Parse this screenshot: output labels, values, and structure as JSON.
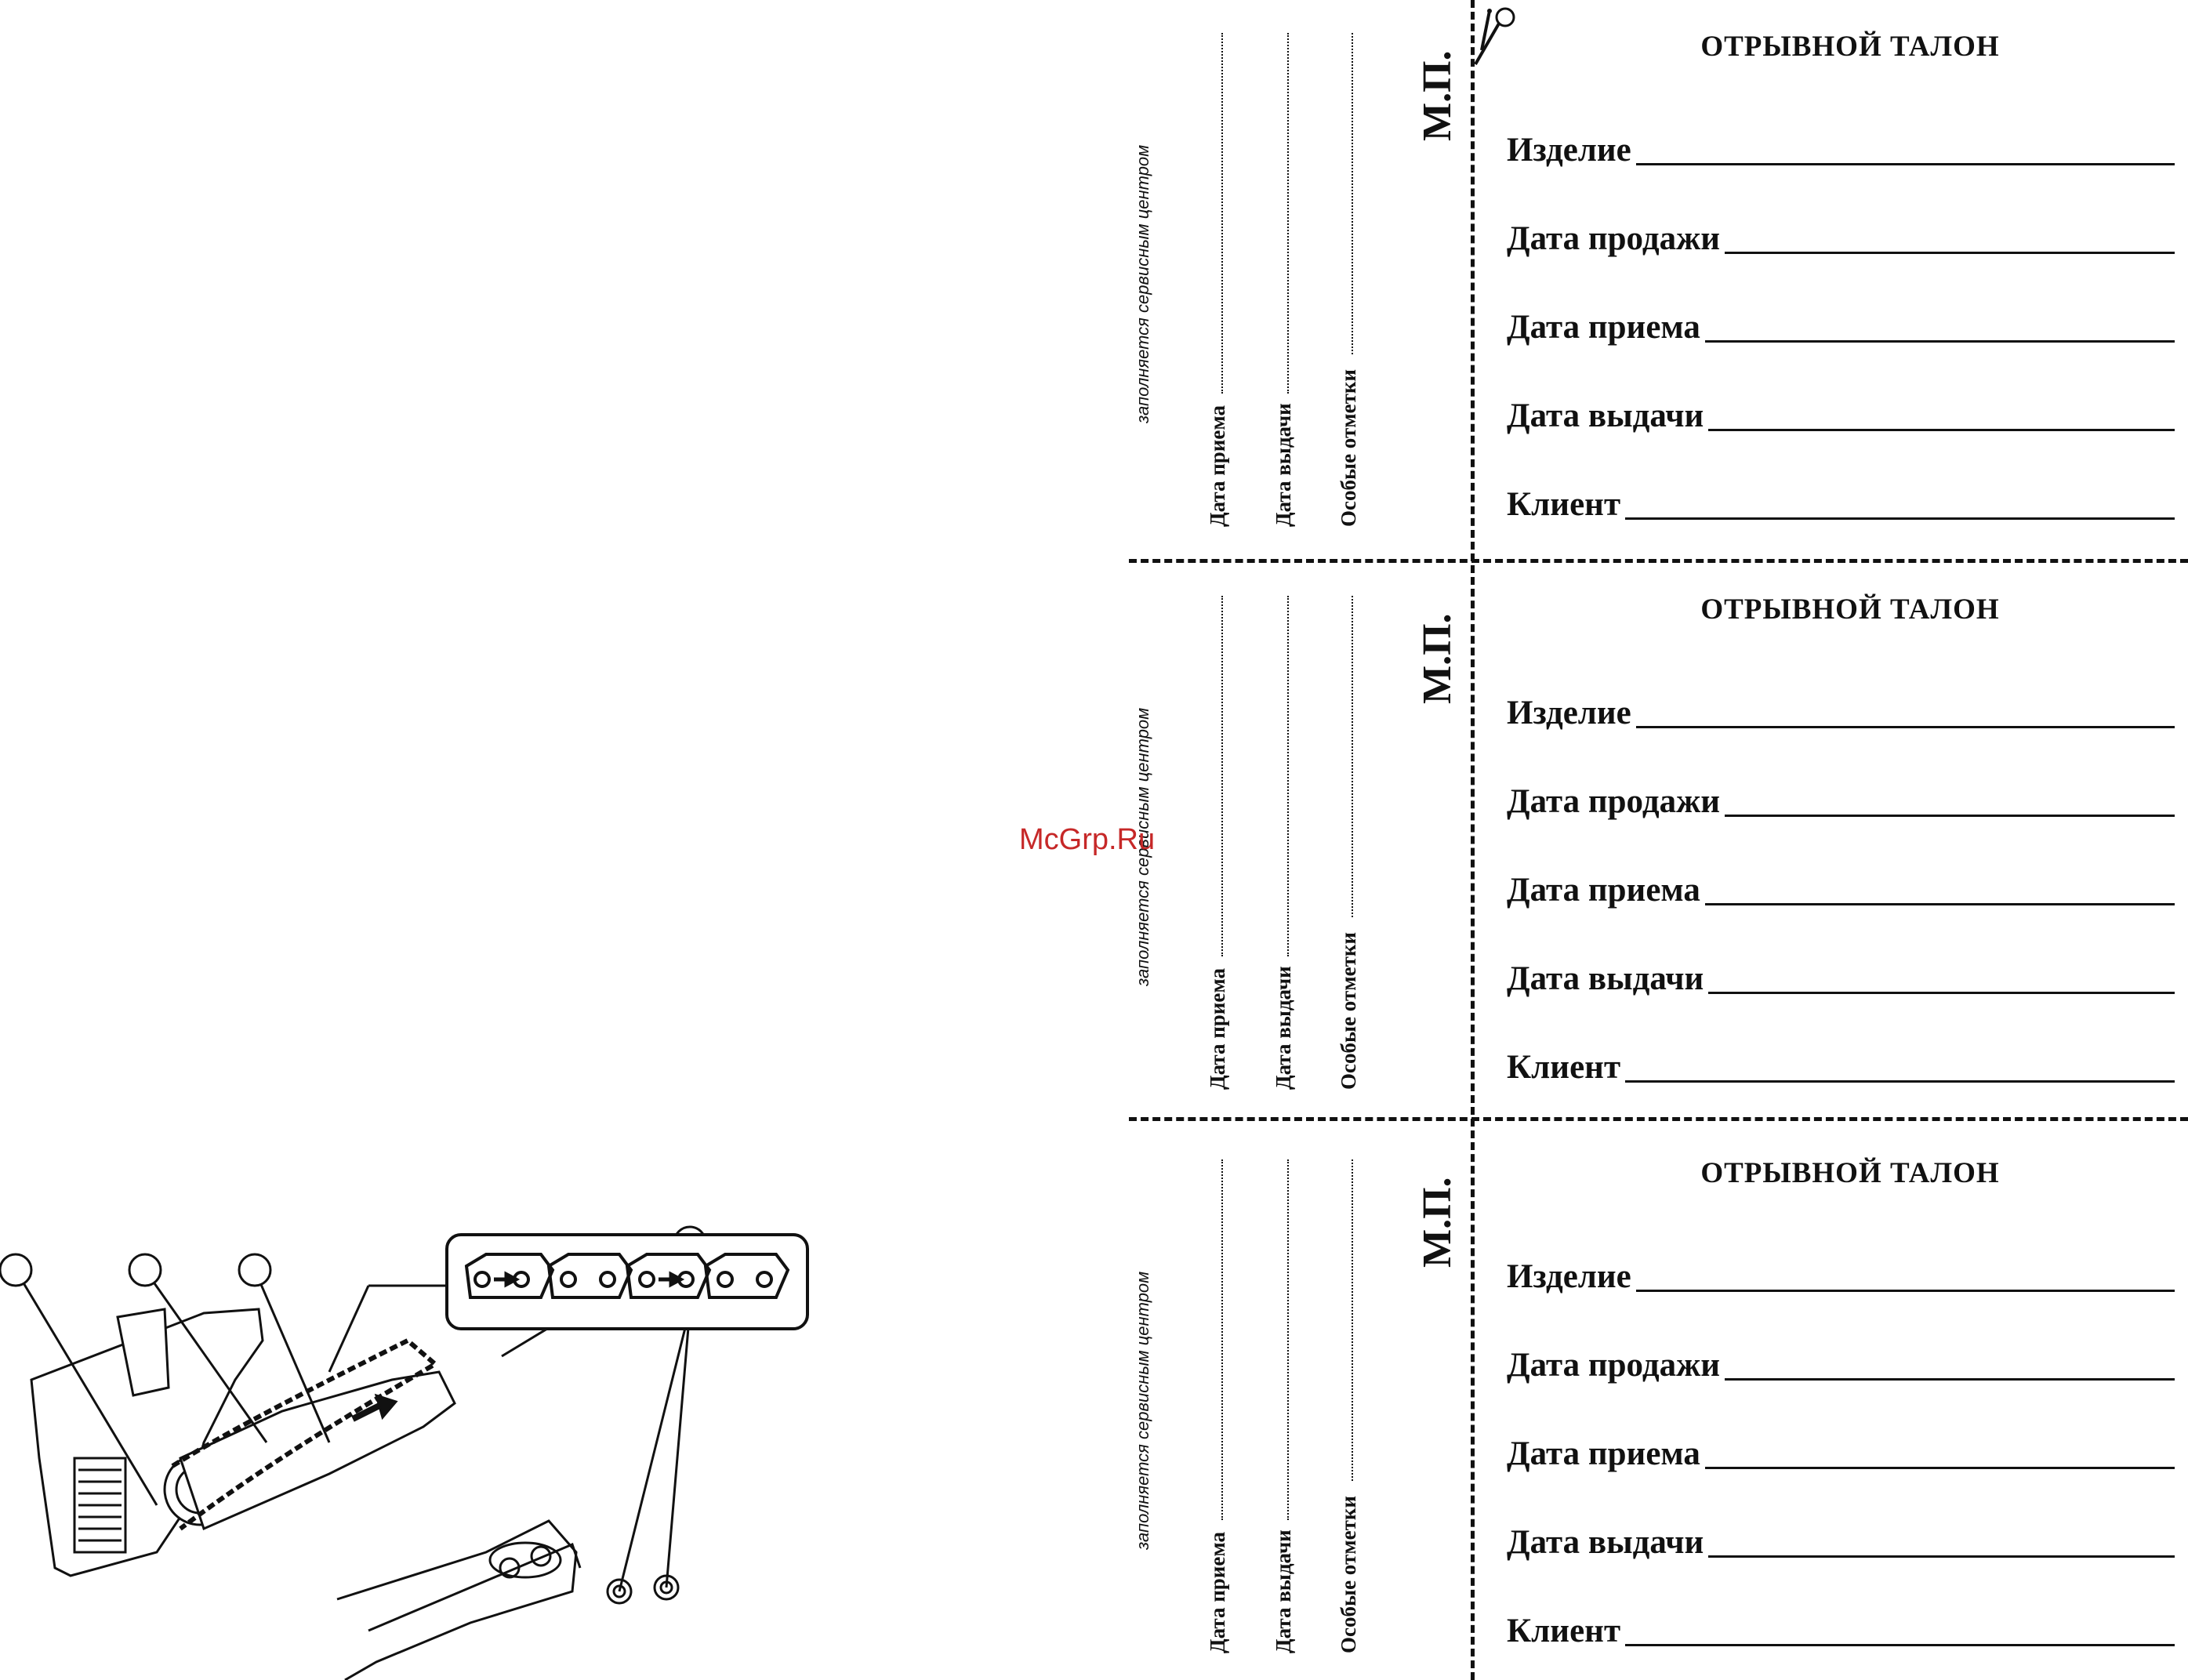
{
  "watermark": "McGrp.Ru",
  "talons": [
    {
      "title": "ОТРЫВНОЙ ТАЛОН",
      "fields": [
        "Изделие",
        "Дата продажи",
        "Дата приема",
        "Дата выдачи",
        "Клиент"
      ],
      "stub": {
        "service_note": "заполняется сервисным центром",
        "date_received": "Дата приема",
        "date_issued": "Дата выдачи",
        "special_notes": "Особые отметки",
        "stamp": "М.П."
      }
    },
    {
      "title": "ОТРЫВНОЙ ТАЛОН",
      "fields": [
        "Изделие",
        "Дата продажи",
        "Дата приема",
        "Дата выдачи",
        "Клиент"
      ],
      "stub": {
        "service_note": "заполняется сервисным центром",
        "date_received": "Дата приема",
        "date_issued": "Дата выдачи",
        "special_notes": "Особые отметки",
        "stamp": "М.П."
      }
    },
    {
      "title": "ОТРЫВНОЙ ТАЛОН",
      "fields": [
        "Изделие",
        "Дата продажи",
        "Дата приема",
        "Дата выдачи",
        "Клиент"
      ],
      "stub": {
        "service_note": "заполняется сервисным центром",
        "date_received": "Дата приема",
        "date_issued": "Дата выдачи",
        "special_notes": "Особые отметки",
        "stamp": "М.П."
      }
    }
  ],
  "icons": {
    "cut": "scissors-icon",
    "illustration": "chainsaw-chain-assembly-illustration"
  }
}
